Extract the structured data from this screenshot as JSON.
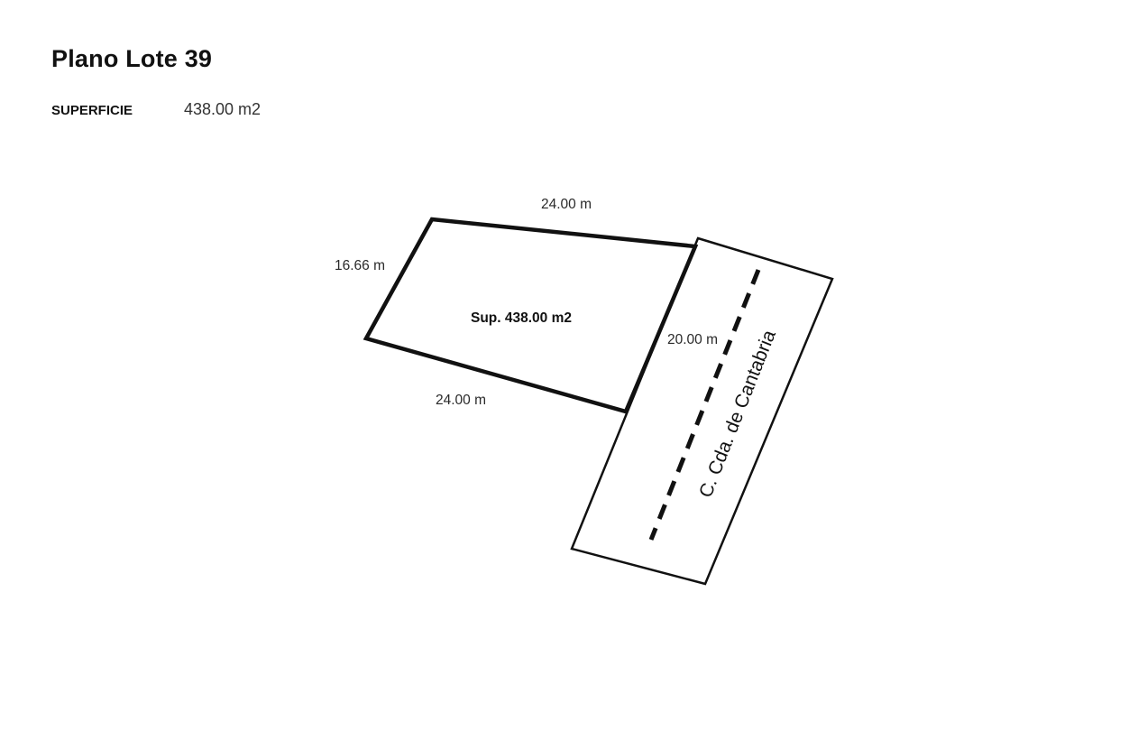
{
  "header": {
    "title": "Plano Lote 39",
    "area_label": "SUPERFICIE",
    "area_value": "438.00 m2"
  },
  "plan": {
    "lot_area_label": "Sup. 438.00 m2",
    "dimensions": {
      "top": "24.00 m",
      "left": "16.66 m",
      "bottom": "24.00 m",
      "right": "20.00 m"
    },
    "street_name": "C. Cda. de Cantabria",
    "colors": {
      "line": "#111111",
      "background": "#ffffff"
    }
  }
}
